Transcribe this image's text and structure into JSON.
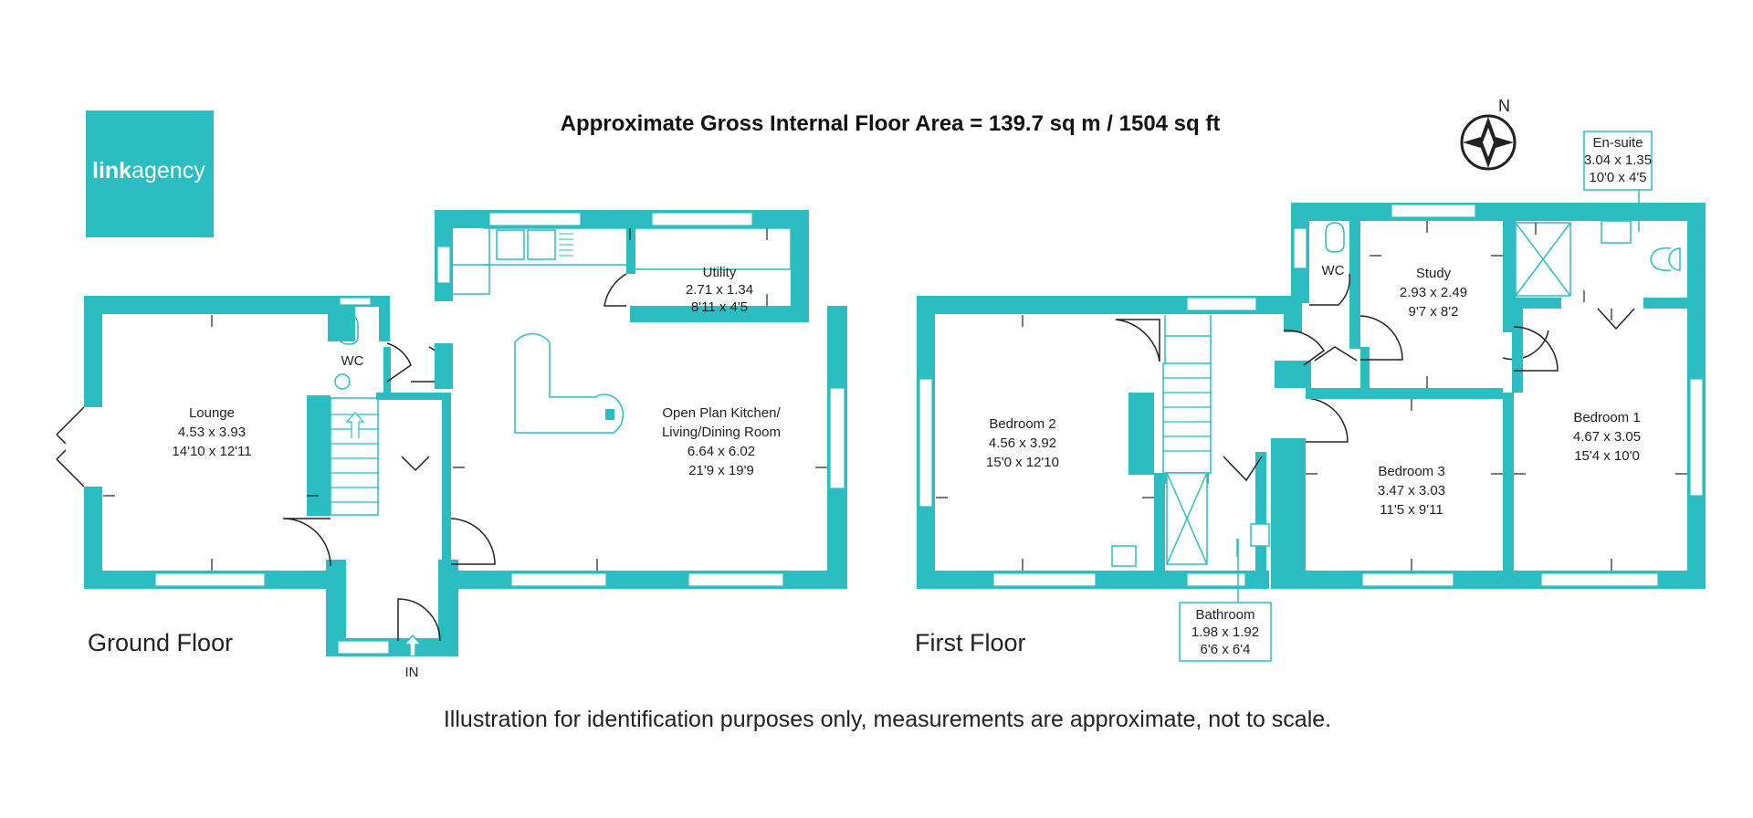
{
  "title": "Approximate Gross Internal Floor Area =  139.7 sq m / 1504 sq ft",
  "footer": "Illustration for identification purposes only, measurements are approximate, not to scale.",
  "logo": {
    "part1": "link",
    "part2": "agency",
    "color": "#2bbdc2"
  },
  "compass": {
    "label": "N"
  },
  "entrance": {
    "label": "IN"
  },
  "floors": {
    "ground": "Ground Floor",
    "first": "First Floor"
  },
  "rooms": {
    "lounge": {
      "name": "Lounge",
      "metric": "4.53 x 3.93",
      "imperial": "14'10 x 12'11"
    },
    "kitchen": {
      "name1": "Open Plan Kitchen/",
      "name2": "Living/Dining Room",
      "metric": "6.64 x 6.02",
      "imperial": "21'9 x 19'9"
    },
    "utility": {
      "name": "Utility",
      "metric": "2.71 x 1.34",
      "imperial": "8'11 x 4'5"
    },
    "wc_ground": {
      "name": "WC"
    },
    "wc_first": {
      "name": "WC"
    },
    "bedroom2": {
      "name": "Bedroom 2",
      "metric": "4.56 x 3.92",
      "imperial": "15'0 x 12'10"
    },
    "study": {
      "name": "Study",
      "metric": "2.93 x 2.49",
      "imperial": "9'7 x 8'2"
    },
    "ensuite": {
      "name": "En-suite",
      "metric": "3.04 x 1.35",
      "imperial": "10'0 x 4'5"
    },
    "bedroom1": {
      "name": "Bedroom 1",
      "metric": "4.67 x 3.05",
      "imperial": "15'4 x 10'0"
    },
    "bedroom3": {
      "name": "Bedroom 3",
      "metric": "3.47 x 3.03",
      "imperial": "11'5 x 9'11"
    },
    "bathroom": {
      "name": "Bathroom",
      "metric": "1.98 x 1.92",
      "imperial": "6'6 x 6'4"
    }
  }
}
